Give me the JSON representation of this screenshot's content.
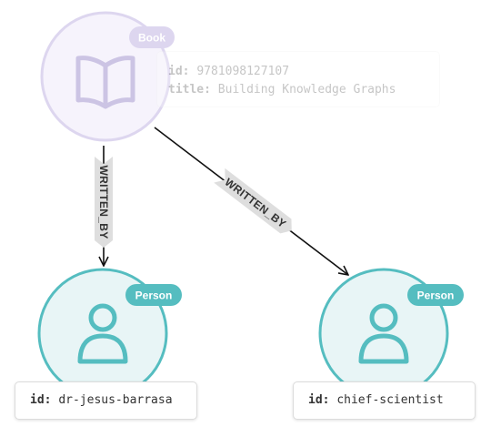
{
  "nodes": {
    "book": {
      "label": "Book",
      "icon": "book-icon",
      "props": [
        {
          "key": "id:",
          "value": "9781098127107"
        },
        {
          "key": "title:",
          "value": "Building Knowledge Graphs"
        }
      ]
    },
    "person_left": {
      "label": "Person",
      "icon": "person-icon",
      "props": [
        {
          "key": "id:",
          "value": "dr-jesus-barrasa"
        }
      ]
    },
    "person_right": {
      "label": "Person",
      "icon": "person-icon",
      "props": [
        {
          "key": "id:",
          "value": "chief-scientist"
        }
      ]
    }
  },
  "relationships": [
    {
      "type": "WRITTEN_BY",
      "from": "book",
      "to": "person_left"
    },
    {
      "type": "WRITTEN_BY",
      "from": "book",
      "to": "person_right"
    }
  ],
  "colors": {
    "book_fill": "#f6f3fc",
    "book_stroke": "#ddd6ef",
    "book_label_bg": "#ddd6ef",
    "book_icon": "#ccc4e4",
    "person_fill": "#e8f5f6",
    "person_stroke": "#55bdc0",
    "person_label_bg": "#55bdc0",
    "edge": "#111111",
    "rel_label_bg": "#dedede"
  }
}
